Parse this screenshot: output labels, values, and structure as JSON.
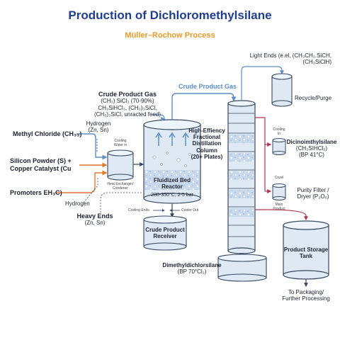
{
  "title": "Production of Dichloromethylsilane",
  "subtitle": "Müller–Rochow Process",
  "inputs": {
    "methyl_chloride": "Methyl Chloride (CH₃₃)",
    "silicon_powder_line1": "Silicon Powder (S) +",
    "silicon_powder_line2": "Copper Catalyst (Cu",
    "promoters": "Promoters EH₃C)",
    "hydrogen_top_line1": "Hydrogen",
    "hydrogen_top_line2": "(Zn, Sn)",
    "hydrogen_bottom": "Hydrogen"
  },
  "heat_exchanger": {
    "cooling_water_line1": "Cooling",
    "cooling_water_line2": "Water in",
    "label_line1": "Heat Exchanger/",
    "label_line2": "Condener"
  },
  "crude_gas": {
    "heading": "Crude Product Gas",
    "line1": "(CH₃) SiCl₃ (70-90%)",
    "line2": "CH₃SiHCl₃, (CH₃)₃SiCl,",
    "line3": "(CH₃)₃SiCl, unracted feed)"
  },
  "crude_gas_line_label": "Crude Product Gas",
  "reactor": {
    "label_line1": "Fluidized Bed",
    "label_line2": "Reactor",
    "conditions": "280-350°C, 2-5 bar",
    "cooling_ends": "Cooling Ends",
    "cooler_out": "Cooler Out"
  },
  "heavy_ends": {
    "label": "Heavy Ends",
    "sub": "(Zn, Sn)"
  },
  "receiver": {
    "line1": "Crude Product",
    "line2": "Receiver"
  },
  "column": {
    "line1": "High-Effiency",
    "line2": "Fractional",
    "line3": "Distillation",
    "line4": "Column",
    "line5": "(20+ Plates)"
  },
  "light_ends": {
    "line1": "Light Ends (e.el, (CH₃CH₂.SiCH,",
    "line2": "(CH₃SiClH)"
  },
  "recycle": "Recycle/Purge",
  "dichloro_product": {
    "cooling_line1": "Cooling",
    "cooling_line2": "In",
    "line1": "Dicinoimthylsilane",
    "line2": "(CH₃SIHCl₂)",
    "line3": "(BP 41°C)"
  },
  "purity_filter": {
    "top_label": "Cozel",
    "line1": "Purity Filter /",
    "line2": "Dryer (P₂O₀)",
    "main_line1": "Main",
    "main_line2": "Product"
  },
  "storage_tank": {
    "line1": "Product Storage",
    "line2": "Tank"
  },
  "packaging": {
    "line1": "To Packaging/",
    "line2": "Further Processing"
  },
  "dimethyl": {
    "line1": "Dimethyldichlorsilane",
    "line2": "(BP 70°Cl₂)"
  },
  "colors": {
    "title": "#1f3e8f",
    "subtitle": "#e79a2c",
    "gas_line": "#5b8fc4",
    "feed_line": "#e07b2a",
    "product_line": "#b0364f",
    "vessel_fill": "#dfe9f4",
    "vessel_stroke": "#37475e"
  }
}
